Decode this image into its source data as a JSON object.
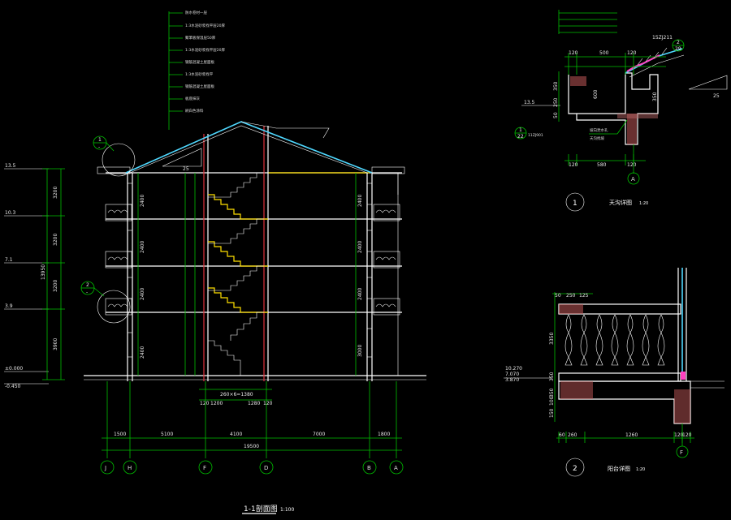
{
  "drawing": {
    "main_title": "1-1剖面图",
    "main_scale": "1:100",
    "detail1_title": "天沟详图",
    "detail1_scale": "1:20",
    "detail1_num": "1",
    "detail2_title": "阳台详图",
    "detail2_scale": "1:20",
    "detail2_num": "2"
  },
  "levels": [
    "13.5",
    "10.3",
    "7.1",
    "3.9",
    "±0.000",
    "-0.450"
  ],
  "left_dims": [
    "3200",
    "3200",
    "3200",
    "3900",
    "13950"
  ],
  "stair_dims": [
    "120",
    "1200",
    "260×6=1380",
    "1280",
    "120"
  ],
  "story_dims": [
    "2400",
    "2400",
    "2400",
    "2400"
  ],
  "right_story_dims": [
    "2400",
    "2400",
    "2400",
    "3000"
  ],
  "bottom_dims": [
    "1500",
    "5100",
    "4100",
    "7000",
    "1800"
  ],
  "total_dim": "19500",
  "axes": [
    "J",
    "H",
    "F",
    "D",
    "B",
    "A"
  ],
  "roof_notes": [
    "防水卷材一层",
    "1:3水泥砂浆找平层20厚",
    "聚苯板保温层50厚",
    "1:3水泥砂浆找平层20厚",
    "钢筋混凝土屋面板",
    "1:3水泥砂浆找平",
    "钢筋混凝土屋面板",
    "板底抹灰",
    "刷白色涂料"
  ],
  "callouts": {
    "left1_top": "1",
    "left1_bot": "-",
    "left2_top": "2",
    "left2_bot": "-",
    "d1_ref_top": "2",
    "d1_ref_bot": "29",
    "d1_ref_label": "15ZJ211",
    "d1_ref2_top": "1",
    "d1_ref2_bot": "22",
    "d1_ref2_label": "11ZJ901"
  },
  "roof_slope": "25",
  "detail1": {
    "level": "13.5",
    "dims_top": [
      "120",
      "500",
      "120"
    ],
    "dims_bottom": [
      "120",
      "580",
      "120"
    ],
    "dims_side": [
      "350",
      "250",
      "50"
    ],
    "inner_dims": [
      "600",
      "350"
    ],
    "axis": "A",
    "notes": [
      "坡向泄水孔",
      "天沟找坡"
    ],
    "slope": "25"
  },
  "detail2": {
    "levels": [
      "10.270",
      "7.070",
      "3.870"
    ],
    "dims_left": [
      "3350",
      "350",
      "100",
      "350",
      "150"
    ],
    "dims_top": [
      "50",
      "250",
      "125"
    ],
    "dims_bottom": [
      "60",
      "260",
      "1260",
      "120",
      "120"
    ],
    "axis": "F"
  }
}
